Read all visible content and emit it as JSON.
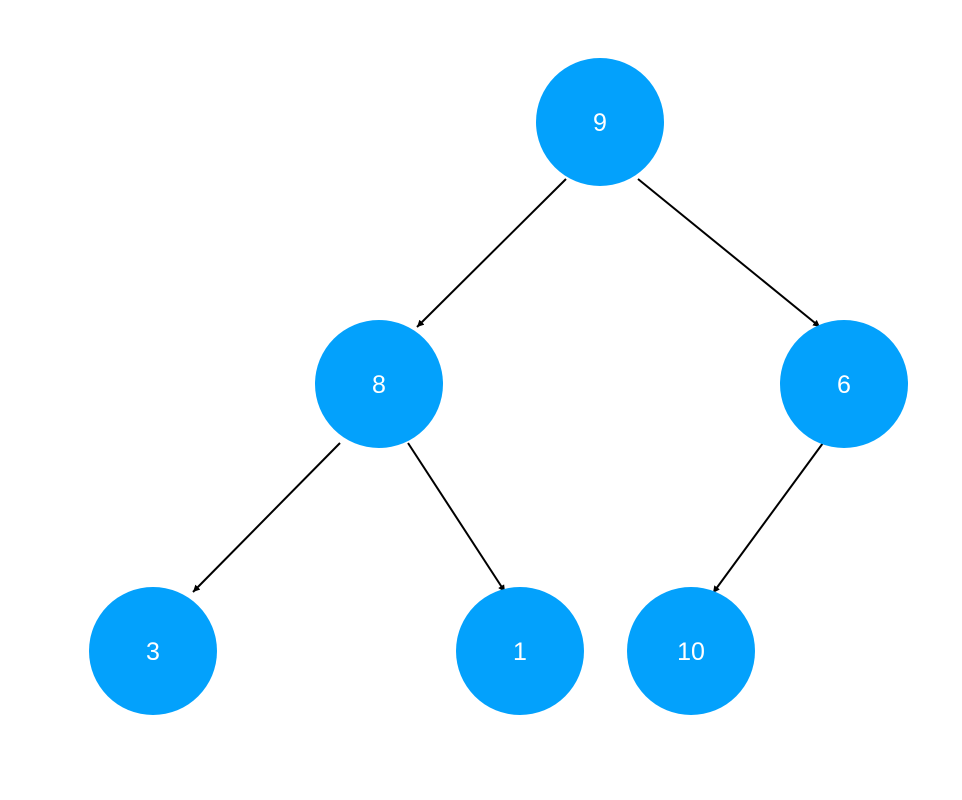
{
  "colors": {
    "node_fill": "#03a1fc",
    "node_text": "#ffffff",
    "edge": "#000000",
    "background": "#ffffff"
  },
  "tree": {
    "root": "9",
    "nodes": [
      {
        "id": "n9",
        "label": "9"
      },
      {
        "id": "n8",
        "label": "8"
      },
      {
        "id": "n6",
        "label": "6"
      },
      {
        "id": "n3",
        "label": "3"
      },
      {
        "id": "n1",
        "label": "1"
      },
      {
        "id": "n10",
        "label": "10"
      }
    ],
    "edges": [
      {
        "from": "9",
        "to": "8"
      },
      {
        "from": "9",
        "to": "6"
      },
      {
        "from": "8",
        "to": "3"
      },
      {
        "from": "8",
        "to": "1"
      },
      {
        "from": "6",
        "to": "10"
      }
    ]
  }
}
